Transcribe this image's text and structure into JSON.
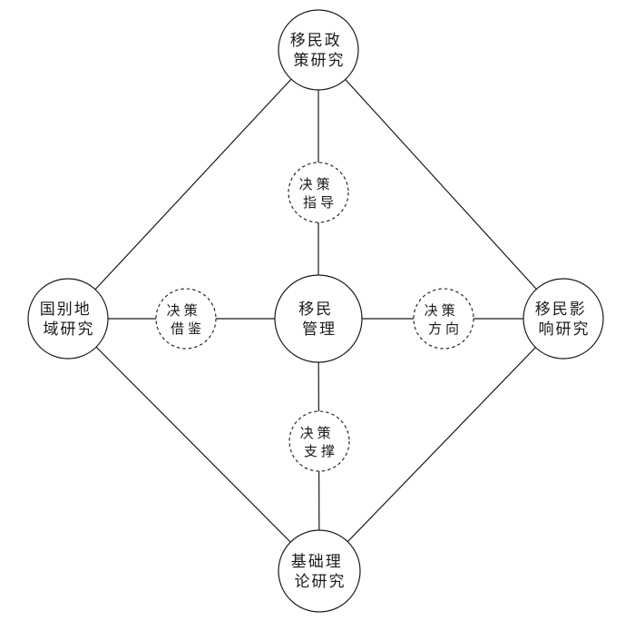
{
  "diagram": {
    "title": "immigration-management-research-relationship-diagram",
    "colors": {
      "stroke": "#1a1a1a",
      "background": "#ffffff"
    },
    "nodes": {
      "center": {
        "line1": "移民",
        "line2": "管理"
      },
      "top": {
        "line1": "移民政",
        "line2": "策研究"
      },
      "left": {
        "line1": "国别地",
        "line2": "域研究"
      },
      "right": {
        "line1": "移民影",
        "line2": "响研究"
      },
      "bottom": {
        "line1": "基础理",
        "line2": "论研究"
      }
    },
    "links": {
      "top": {
        "line1": "决策",
        "line2": "指导"
      },
      "left": {
        "line1": "决策",
        "line2": "借鉴"
      },
      "right": {
        "line1": "决策",
        "line2": "方向"
      },
      "bottom": {
        "line1": "决策",
        "line2": "支撑"
      }
    }
  }
}
